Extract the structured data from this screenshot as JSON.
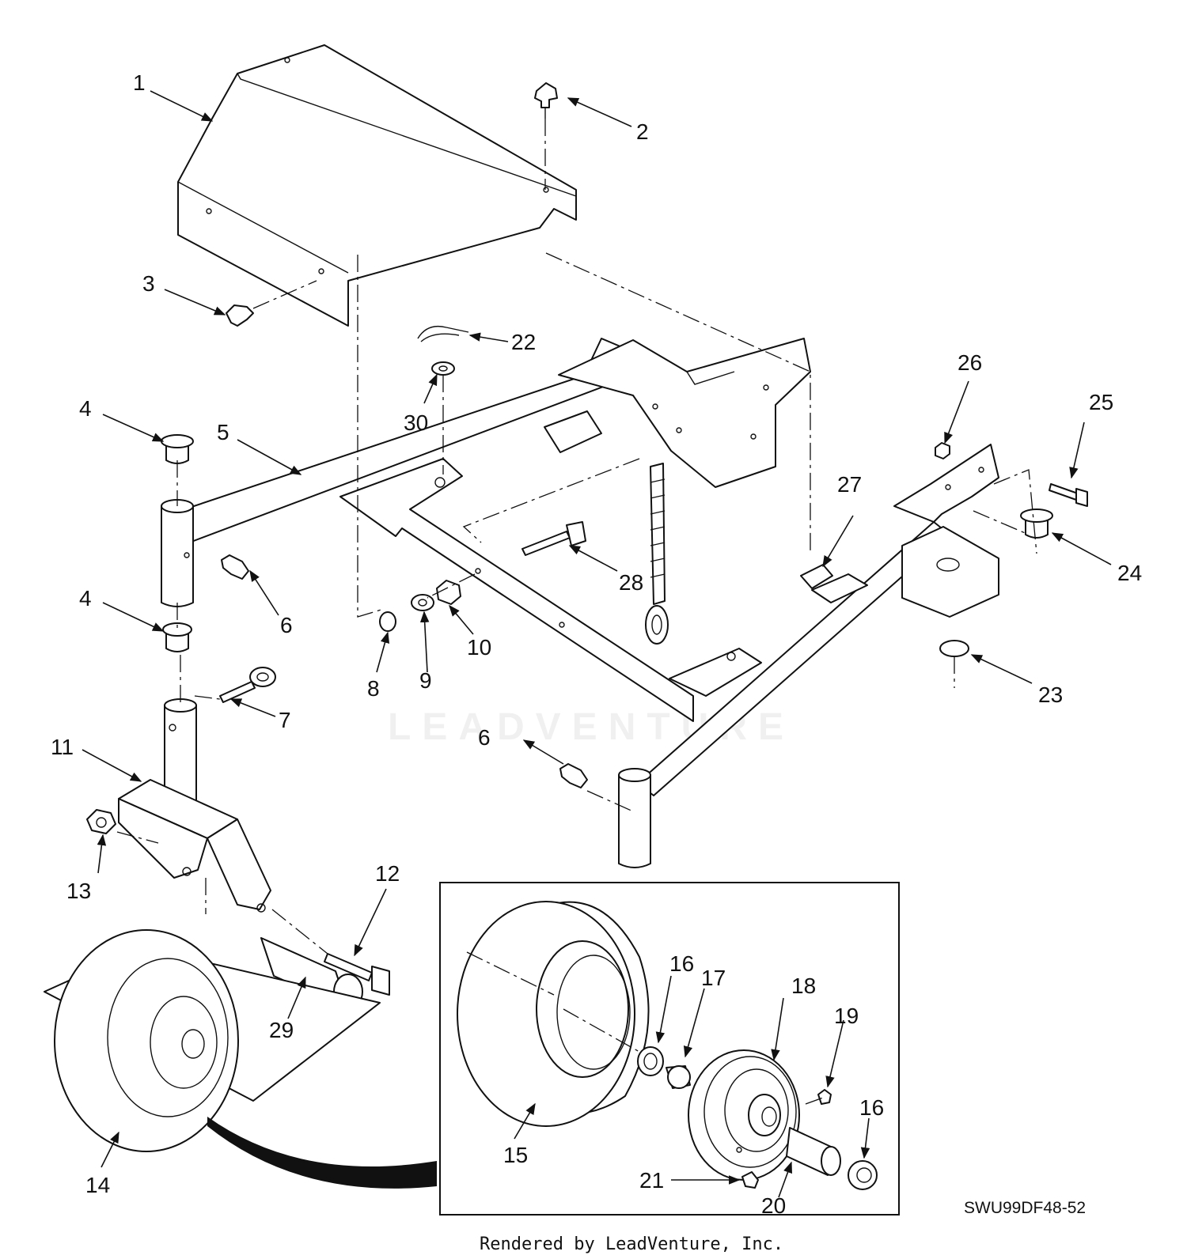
{
  "callouts": {
    "c1": "1",
    "c2": "2",
    "c3": "3",
    "c4a": "4",
    "c4b": "4",
    "c5": "5",
    "c6a": "6",
    "c6b": "6",
    "c7": "7",
    "c8": "8",
    "c9": "9",
    "c10": "10",
    "c11": "11",
    "c12": "12",
    "c13": "13",
    "c14": "14",
    "c15": "15",
    "c16a": "16",
    "c16b": "16",
    "c17": "17",
    "c18": "18",
    "c19": "19",
    "c20": "20",
    "c21": "21",
    "c22": "22",
    "c23": "23",
    "c24": "24",
    "c25": "25",
    "c26": "26",
    "c27": "27",
    "c28": "28",
    "c29": "29",
    "c30": "30"
  },
  "drawing_code": "SWU99DF48-52",
  "footer_text": "Rendered by LeadVenture, Inc.",
  "watermark": "LEADVENTURE",
  "colors": {
    "ink": "#111111",
    "background": "#ffffff"
  }
}
